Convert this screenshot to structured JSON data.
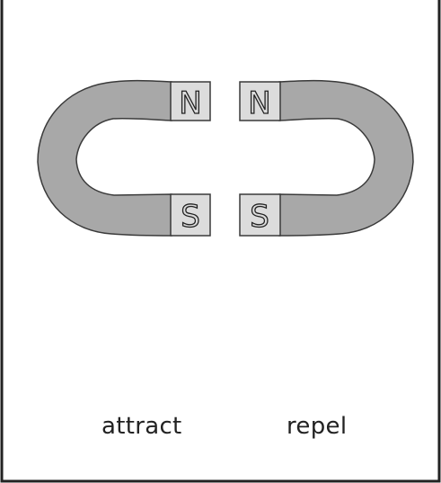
{
  "labels": {
    "attract": "attract",
    "repel": "repel"
  },
  "poles": {
    "north": "N",
    "south": "S"
  },
  "colors": {
    "magnet_body": "#a8a8a8",
    "pole_face": "#dcdcdc",
    "outline": "#3a3a3a",
    "frame": "#222222"
  }
}
